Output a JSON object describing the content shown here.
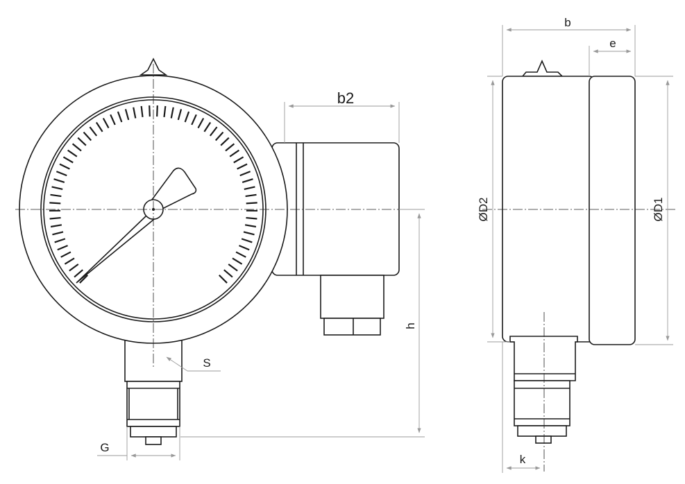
{
  "dimensions": {
    "b": "b",
    "e": "e",
    "b2": "b2",
    "diameter_d2": "ØD2",
    "diameter_d1": "ØD1",
    "h": "h",
    "s": "S",
    "g": "G",
    "k": "k"
  },
  "colors": {
    "outline": "#1a1a1a",
    "dimension_line": "#999999",
    "background": "#ffffff"
  },
  "gauge_scale": {
    "tick_count": 62,
    "start_angle_deg": -135,
    "end_angle_deg": 135
  }
}
